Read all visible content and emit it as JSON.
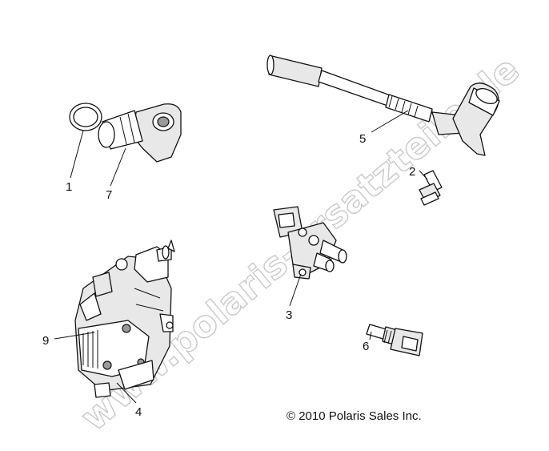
{
  "watermark": "www.polaris-ersatzteile.de",
  "callouts": [
    {
      "id": "callout-1",
      "label": "1"
    },
    {
      "id": "callout-7",
      "label": "7"
    },
    {
      "id": "callout-5",
      "label": "5"
    },
    {
      "id": "callout-2",
      "label": "2"
    },
    {
      "id": "callout-3",
      "label": "3"
    },
    {
      "id": "callout-9",
      "label": "9"
    },
    {
      "id": "callout-4",
      "label": "4"
    },
    {
      "id": "callout-6",
      "label": "6"
    }
  ],
  "copyright": "© 2010 Polaris Sales Inc."
}
